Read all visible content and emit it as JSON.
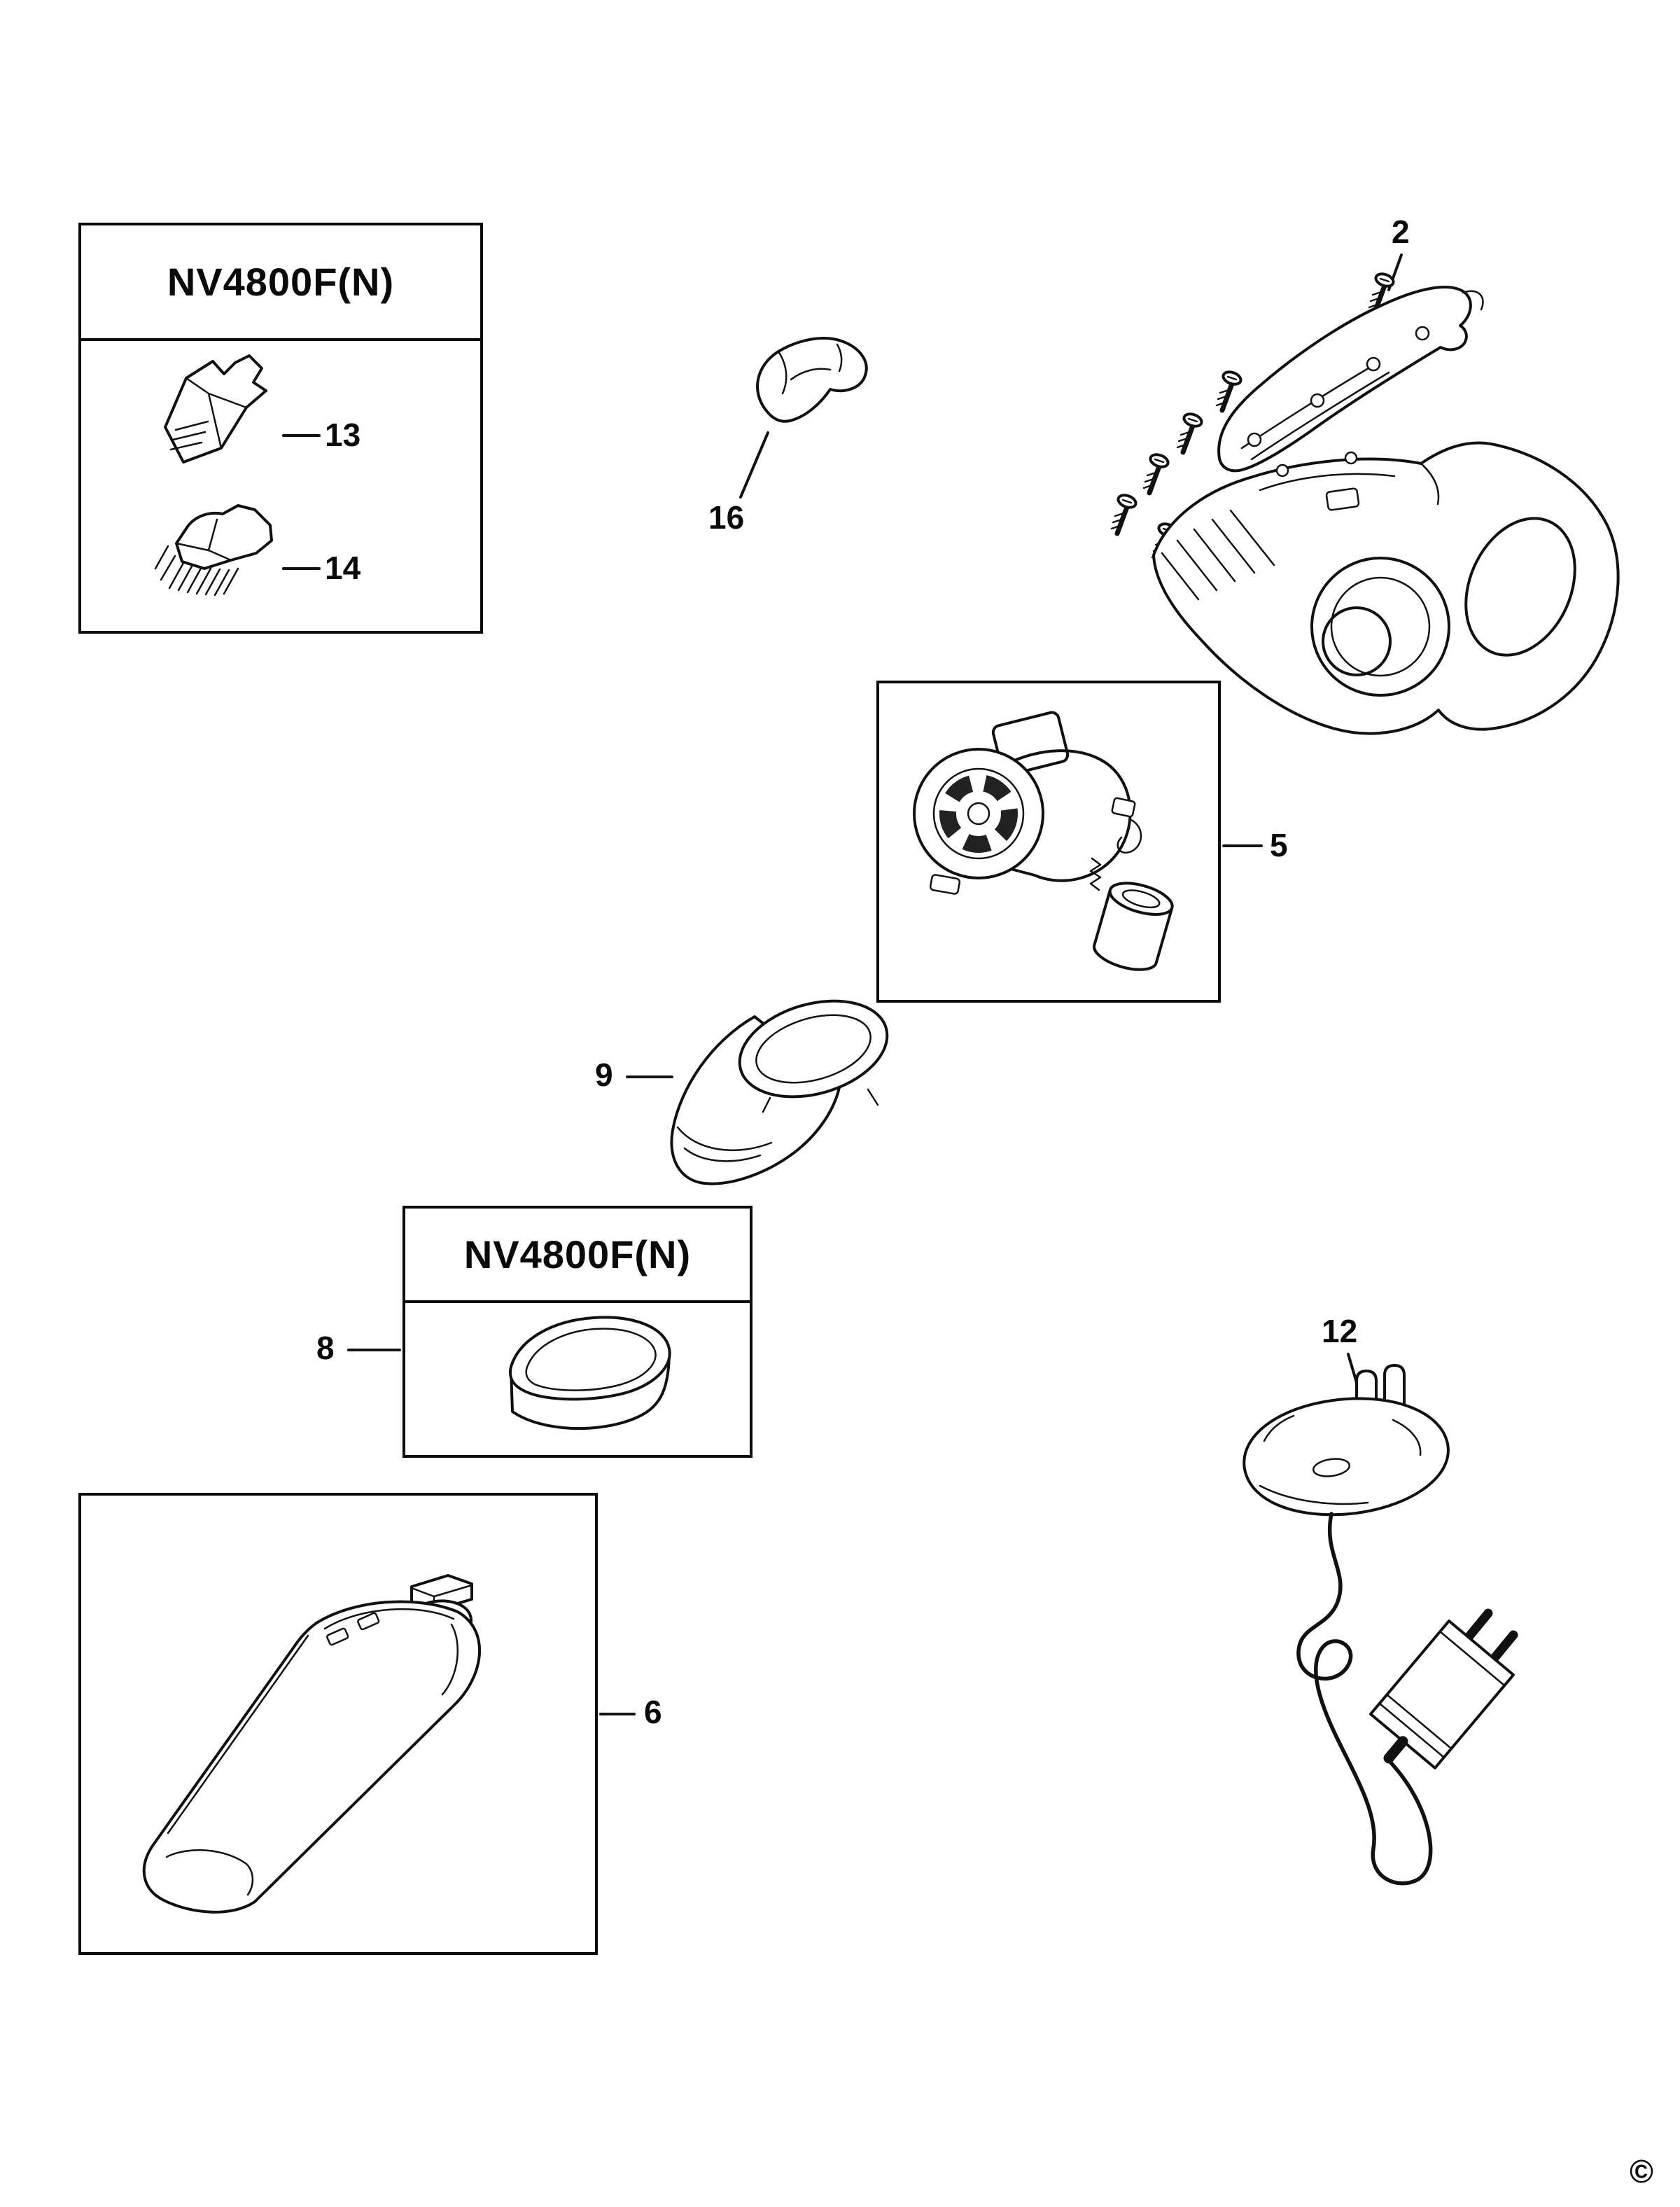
{
  "diagram": {
    "copyright": "©",
    "accessories_box": {
      "title": "NV4800F(N)"
    },
    "filter_box": {
      "title": "NV4800F(N)"
    },
    "labels": {
      "part2": "2",
      "part5": "5",
      "part6": "6",
      "part8": "8",
      "part9": "9",
      "part12": "12",
      "part13": "13",
      "part14": "14",
      "part16": "16"
    }
  }
}
